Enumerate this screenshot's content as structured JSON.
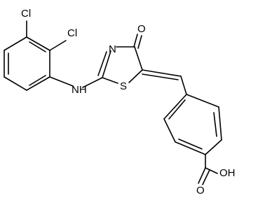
{
  "labels": {
    "cl_top": "Cl",
    "cl_right": "Cl",
    "oxygen_carbonyl": "O",
    "nitrogen_ring": "N",
    "amine": "NH",
    "sulfur": "S",
    "acid": "OH",
    "oxygen_acid": "O"
  },
  "colors": {
    "bond": "#000000",
    "text": "#000000",
    "background": "#ffffff"
  }
}
